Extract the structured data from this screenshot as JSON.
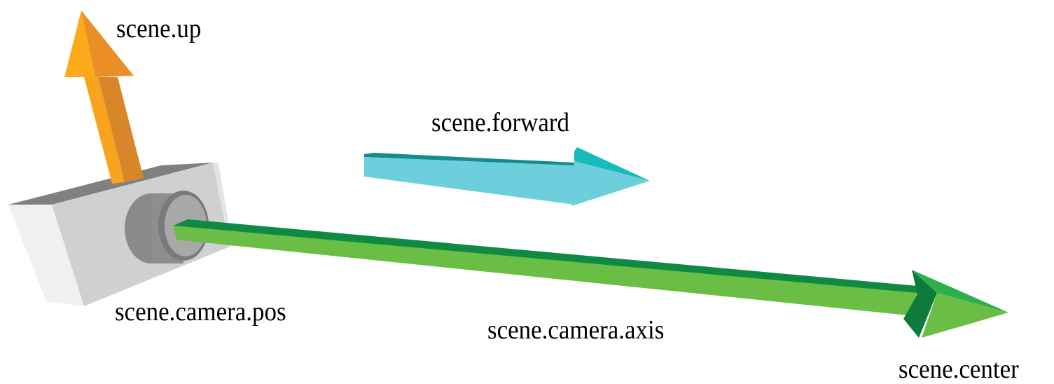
{
  "diagram": {
    "title": "",
    "labels": {
      "up": "scene.up",
      "forward": "scene.forward",
      "camera_pos": "scene.camera.pos",
      "camera_axis": "scene.camera.axis",
      "center": "scene.center"
    },
    "elements": [
      {
        "id": "camera",
        "kind": "camera-body",
        "colors": {
          "front": "#d0d0d0",
          "side": "#f0f0f0",
          "top": "#808080"
        }
      },
      {
        "id": "lens",
        "kind": "camera-lens",
        "colors": {
          "outer": "#8c8c8c",
          "inner": "#a8a8a8"
        }
      },
      {
        "id": "up-arrow",
        "kind": "arrow",
        "label_ref": "up",
        "colors": {
          "light": "#f9a41e",
          "dark": "#d9862a"
        }
      },
      {
        "id": "forward-arrow",
        "kind": "arrow",
        "label_ref": "forward",
        "colors": {
          "face": "#6dcedc",
          "top": "#148c8c",
          "tip": "#16bcbc"
        }
      },
      {
        "id": "axis-arrow",
        "kind": "arrow",
        "label_ref": "camera_axis",
        "from": "camera_pos",
        "to": "center",
        "colors": {
          "face": "#6abd45",
          "top": "#0f8a43",
          "head_dark": "#0e7a3c",
          "head_light": "#2db04a"
        }
      }
    ]
  }
}
